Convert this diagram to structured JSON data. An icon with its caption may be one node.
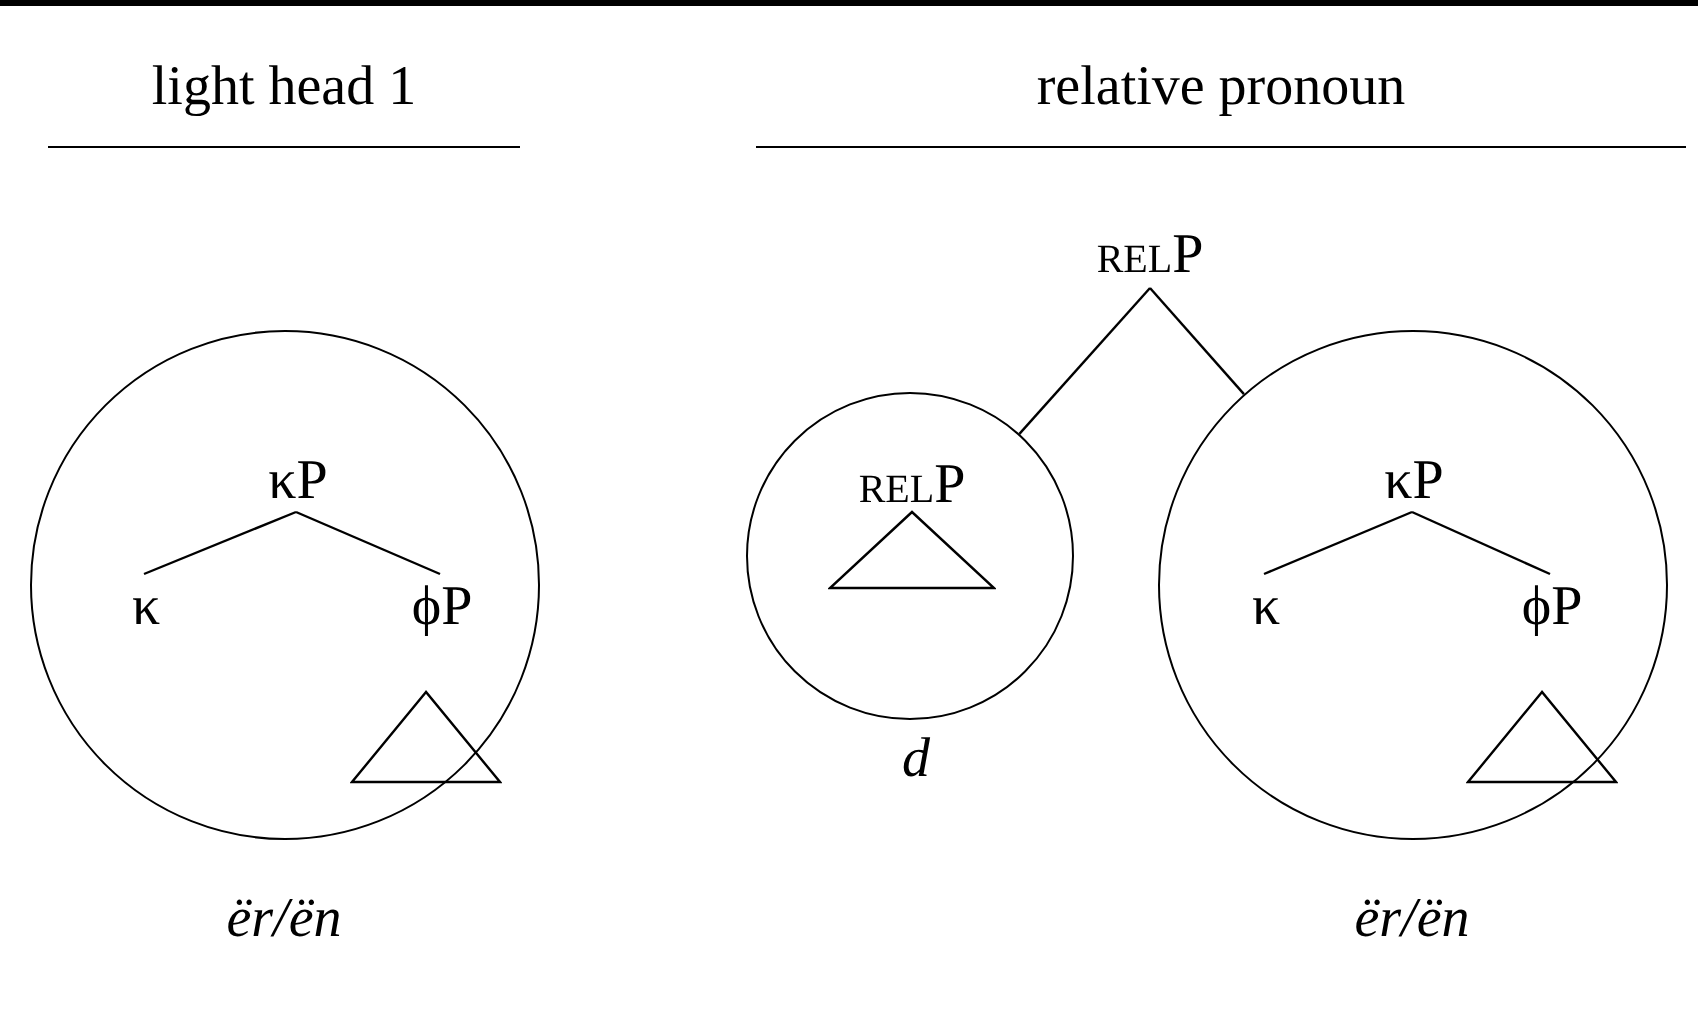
{
  "diagram": {
    "nodes": [
      {
        "text": [],
        "shape": "circle",
        "beside": [
          "ër/ën"
        ]
      },
      {
        "text": [
          "κP"
        ],
        "in": 0
      },
      {
        "text": [
          "κ"
        ],
        "in": 0
      },
      {
        "text": [
          "ϕP"
        ],
        "in": 0
      },
      {
        "text": [],
        "shape": "triangle",
        "in": 0
      },
      {
        "text": [
          "relP"
        ]
      },
      {
        "text": [],
        "shape": "circle",
        "beside": [
          "d"
        ]
      },
      {
        "text": [
          "relP"
        ],
        "in": 6
      },
      {
        "text": [],
        "shape": "triangle",
        "in": 6
      },
      {
        "text": [],
        "shape": "circle",
        "beside": [
          "ër/ën"
        ]
      },
      {
        "text": [
          "κP"
        ],
        "in": 9
      },
      {
        "text": [
          "κ"
        ],
        "in": 9
      },
      {
        "text": [
          "ϕP"
        ],
        "in": 9
      },
      {
        "text": [],
        "shape": "triangle",
        "in": 9
      }
    ],
    "edges": [
      {
        "from": 1,
        "to": 2,
        "arrow": "none"
      },
      {
        "from": 1,
        "to": 3,
        "arrow": "none"
      },
      {
        "from": 5,
        "to": 6,
        "arrow": "none"
      },
      {
        "from": 5,
        "to": 9,
        "arrow": "none"
      },
      {
        "from": 10,
        "to": 11,
        "arrow": "none"
      },
      {
        "from": 10,
        "to": 12,
        "arrow": "none"
      }
    ],
    "labels": [
      "light head 1",
      "relative pronoun"
    ]
  }
}
